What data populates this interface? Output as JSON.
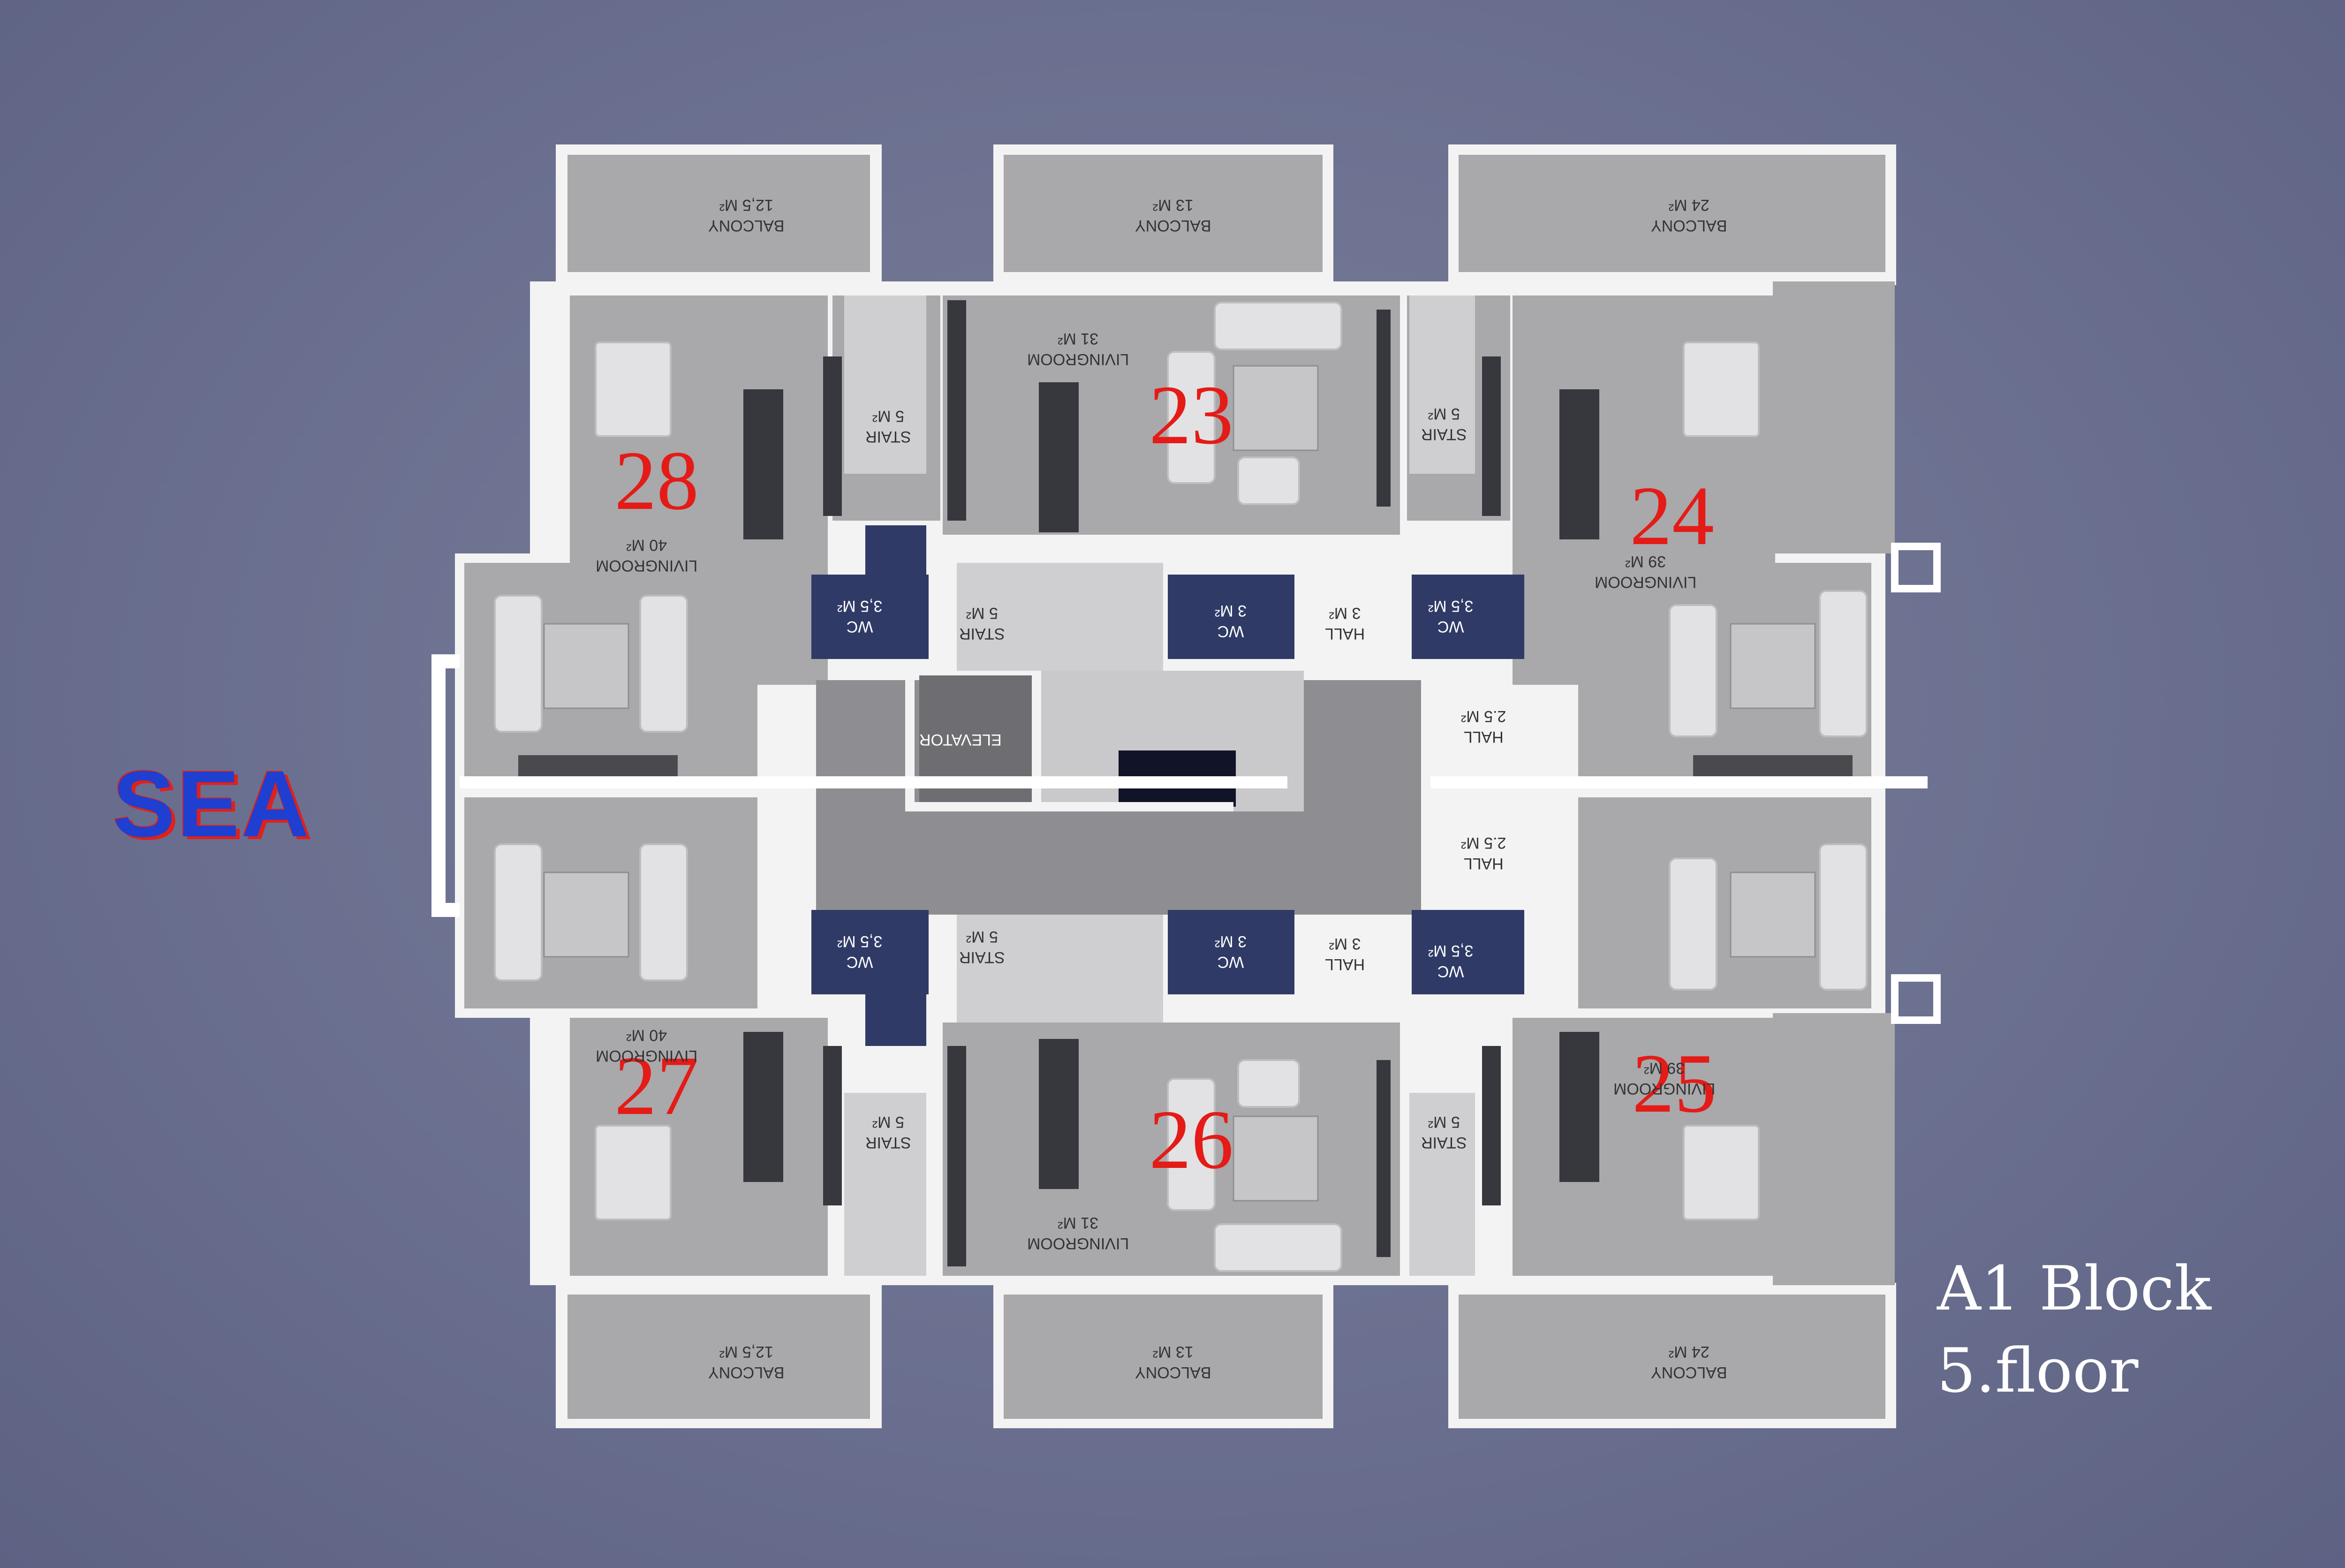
{
  "compass": {
    "sea_label": "SEA"
  },
  "block": {
    "name": "A1 Block",
    "floor": "5.floor"
  },
  "apartments": [
    {
      "number": "28",
      "living_label": "LIVINGROOM",
      "living_area": "40 M²"
    },
    {
      "number": "23",
      "living_label": "LIVINGROOM",
      "living_area": "31 M²"
    },
    {
      "number": "24",
      "living_label": "LIVINGROOM",
      "living_area": "39 M²"
    },
    {
      "number": "27",
      "living_label": "LIVINGROOM",
      "living_area": "40 M²"
    },
    {
      "number": "26",
      "living_label": "LIVINGROOM",
      "living_area": "31 M²"
    },
    {
      "number": "25",
      "living_label": "LIVINGROOM",
      "living_area": "39 M²"
    }
  ],
  "balconies": [
    {
      "label": "BALCONY",
      "area": "12,5 M²"
    },
    {
      "label": "BALCONY",
      "area": "13 M²"
    },
    {
      "label": "BALCONY",
      "area": "24 M²"
    },
    {
      "label": "BALCONY",
      "area": "12,5 M²"
    },
    {
      "label": "BALCONY",
      "area": "13 M²"
    },
    {
      "label": "BALCONY",
      "area": "24 M²"
    }
  ],
  "rooms": {
    "wc_label": "WC",
    "wc_35": "3,5 M²",
    "wc_3": "3 M²",
    "stair_label": "STAIR",
    "stair_area": "5 M²",
    "hall_label": "HALL",
    "hall_3": "3 M²",
    "hall_25": "2.5 M²",
    "elevator_label": "ELEVATOR"
  }
}
